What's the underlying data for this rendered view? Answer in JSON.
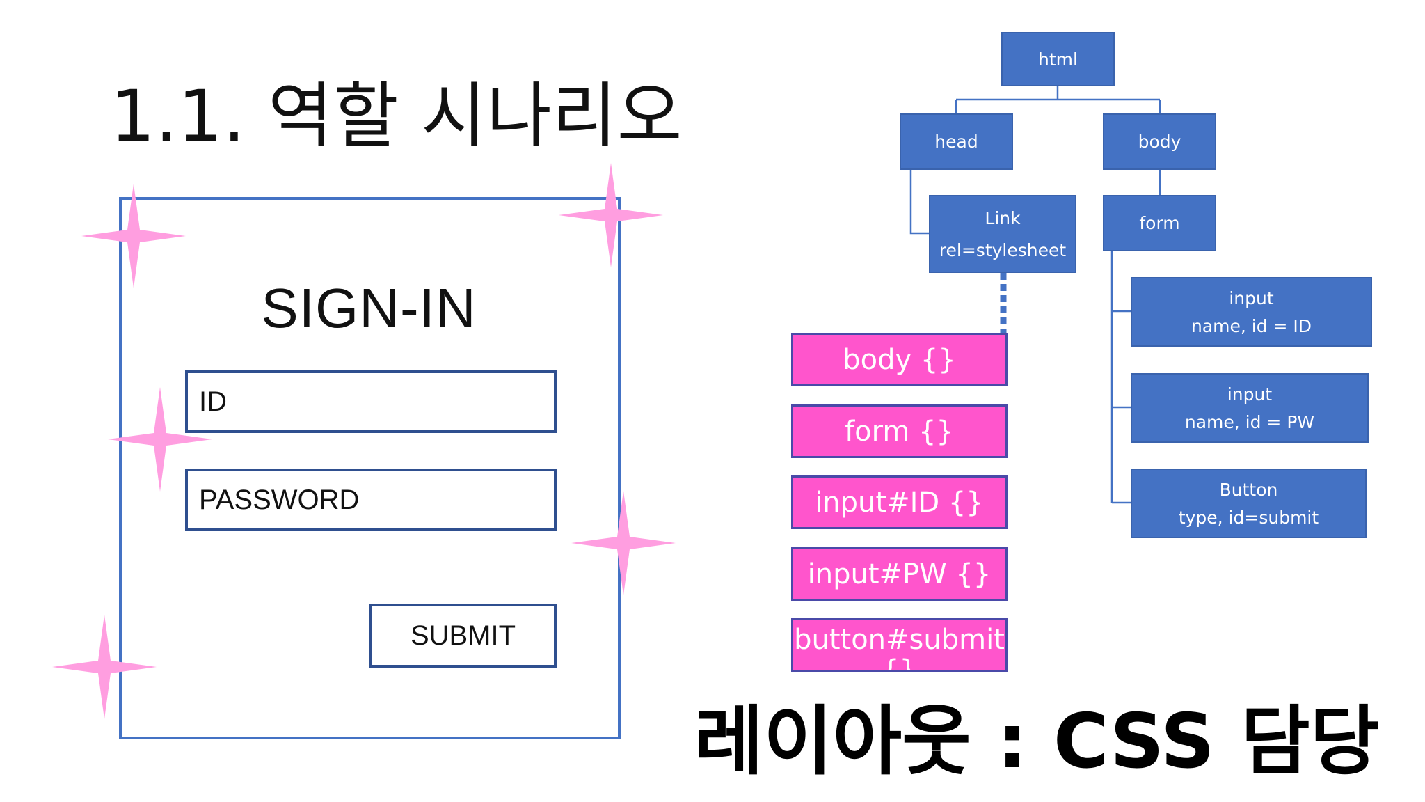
{
  "slide": {
    "title": "1.1. 역할 시나리오",
    "bottom_label": "레이아웃 : CSS 담당"
  },
  "signin": {
    "heading": "SIGN-IN",
    "id_field": "ID",
    "password_field": "PASSWORD",
    "submit": "SUBMIT"
  },
  "tree": {
    "html": "html",
    "head": "head",
    "body": "body",
    "link": {
      "line1": "Link",
      "line2": "rel=stylesheet"
    },
    "form": "form",
    "input_id": {
      "line1": "input",
      "line2": "name, id = ID"
    },
    "input_pw": {
      "line1": "input",
      "line2": "name, id = PW"
    },
    "button": {
      "line1": "Button",
      "line2": "type, id=submit"
    }
  },
  "css_rules": {
    "body": "body {}",
    "form": "form {}",
    "input_id": "input#ID {}",
    "input_pw": "input#PW {}",
    "button_line1": "button#submit",
    "button_line2": "{}"
  },
  "colors": {
    "node_blue": "#4472c4",
    "css_pink": "#ff55cc",
    "sparkle_pink": "#ff9ee0"
  }
}
